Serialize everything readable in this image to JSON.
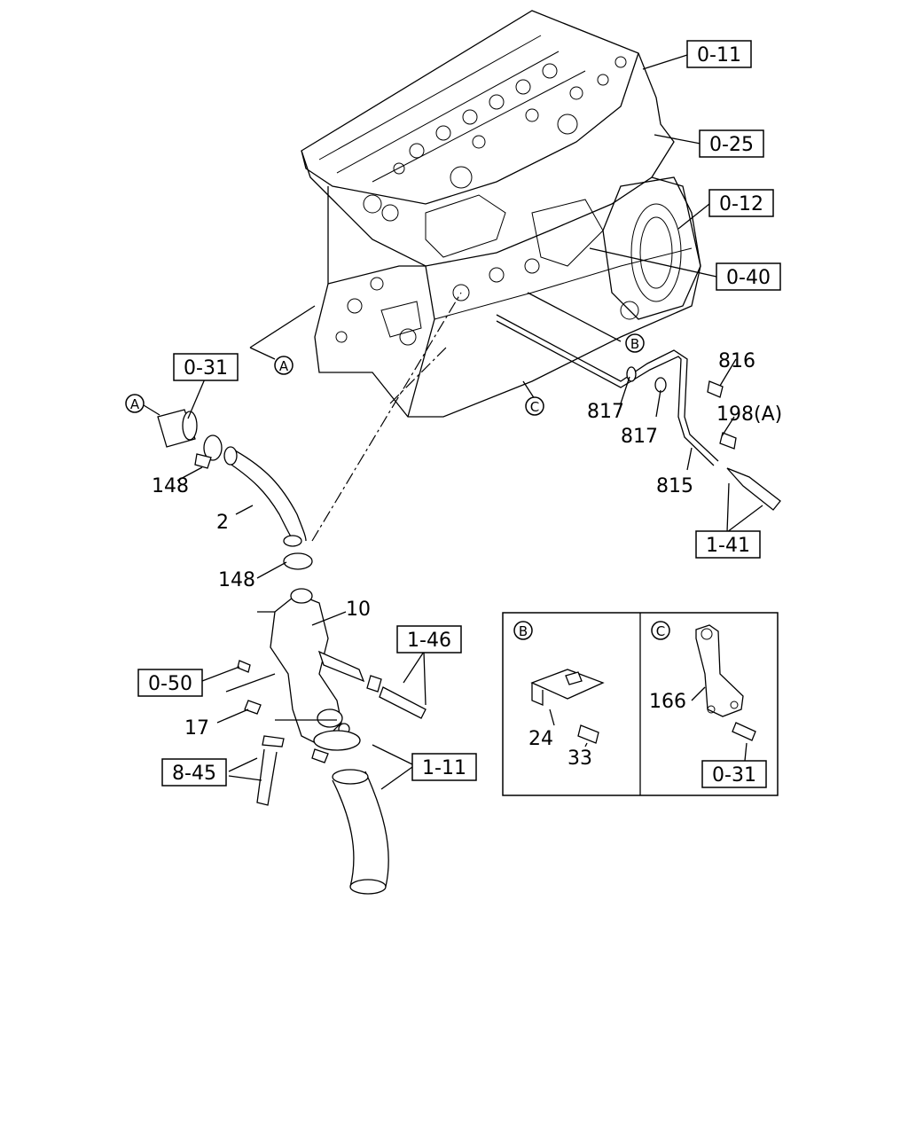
{
  "callouts": {
    "ref_0_11": "0-11",
    "ref_0_25": "0-25",
    "ref_0_12": "0-12",
    "ref_0_40": "0-40",
    "ref_0_31_top": "0-31",
    "ref_1_41": "1-41",
    "ref_1_46": "1-46",
    "ref_0_50": "0-50",
    "ref_8_45": "8-45",
    "ref_1_11": "1-11",
    "ref_0_31_detail": "0-31"
  },
  "part_numbers": {
    "p816": "816",
    "p198a": "198(A)",
    "p817a": "817",
    "p817b": "817",
    "p815": "815",
    "p148a": "148",
    "p2": "2",
    "p148b": "148",
    "p10": "10",
    "p17": "17",
    "p24": "24",
    "p33": "33",
    "p166": "166"
  },
  "circle_markers": {
    "A": "A",
    "B": "B",
    "C": "C"
  }
}
